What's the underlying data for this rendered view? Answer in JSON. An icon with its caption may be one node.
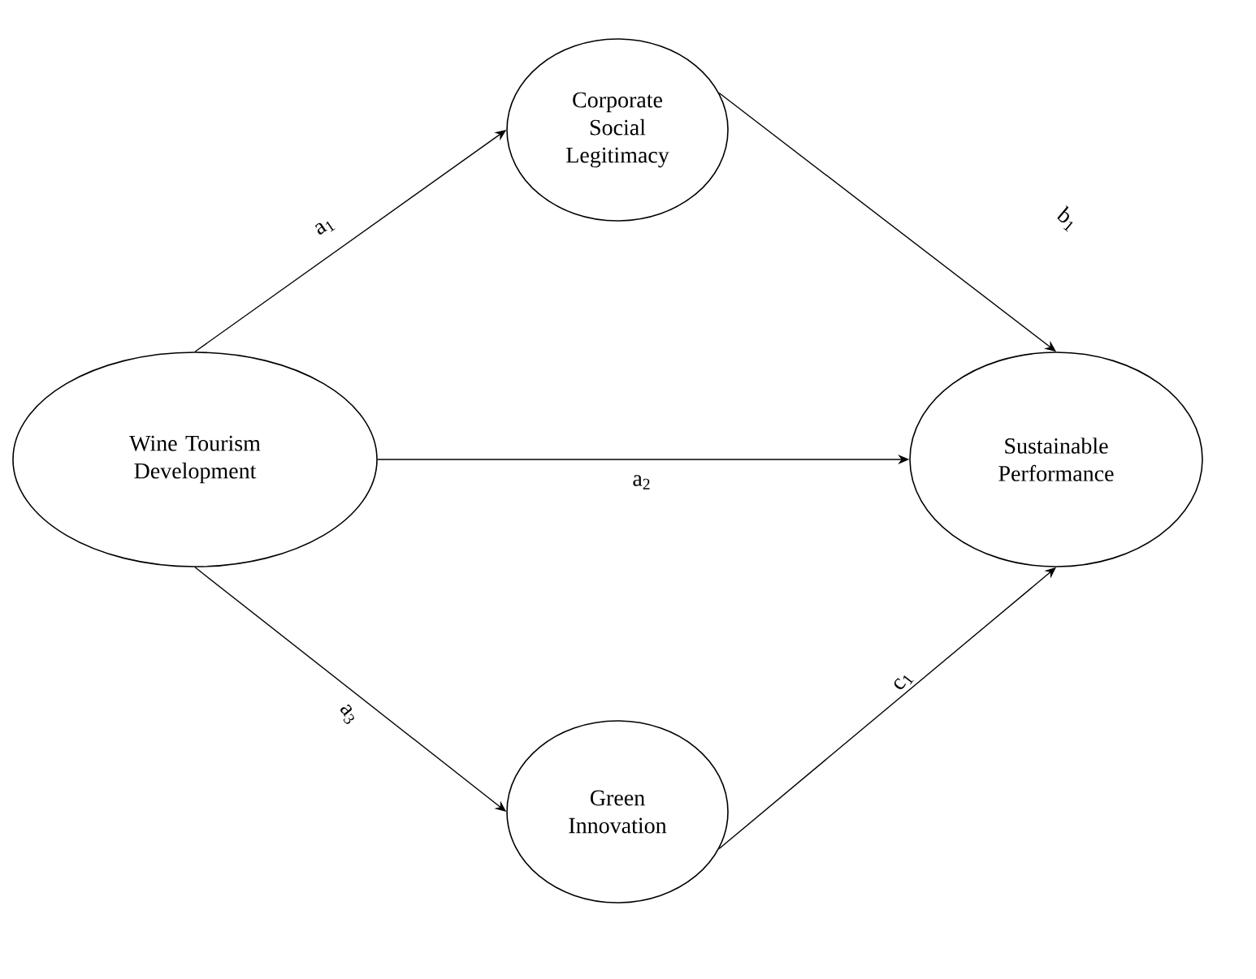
{
  "diagram": {
    "nodes": [
      {
        "text": [
          "Wine Tourism Development"
        ]
      },
      {
        "text": [
          "Corporate Social Legitimacy"
        ]
      },
      {
        "text": [
          "Green Innovation"
        ]
      },
      {
        "text": [
          "Sustainable Performance"
        ]
      }
    ],
    "edges": [
      {
        "from": 0,
        "to": 1,
        "arrow": "to",
        "label": "a$_{1}$"
      },
      {
        "from": 1,
        "to": 3,
        "arrow": "to",
        "label": "b$_{1}$"
      },
      {
        "from": 0,
        "to": 3,
        "arrow": "to",
        "label": "a$_{2}$"
      },
      {
        "from": 0,
        "to": 2,
        "arrow": "to",
        "label": "a$_{3}$"
      },
      {
        "from": 2,
        "to": 3,
        "arrow": "to",
        "label": "c$_{1}$"
      }
    ]
  }
}
